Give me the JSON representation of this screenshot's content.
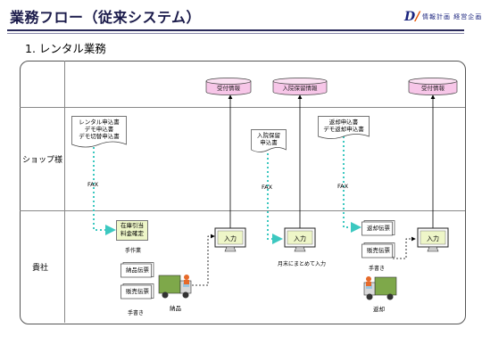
{
  "header": {
    "title": "業務フロー（従来システム）",
    "logo_text": "情報計画 経営企画"
  },
  "section_title": "1. レンタル業務",
  "lanes": {
    "shop": "ショップ様",
    "company": "貴社"
  },
  "databases": {
    "db1": "受付情報",
    "db2": "入院保留情報",
    "db3": "受付情報"
  },
  "documents": {
    "doc1": [
      "レンタル申込書",
      "デモ申込書",
      "デモ切替申込書"
    ],
    "doc2": [
      "入院保留",
      "申込書"
    ],
    "doc3": [
      "返却申込書",
      "デモ返却申込書"
    ]
  },
  "fax": {
    "fax1": "FAX",
    "fax2": "FAX",
    "fax3": "FAX"
  },
  "company_items": {
    "stock_box_line1": "在庫引当",
    "stock_box_line2": "料金確定",
    "manual_work": "手作業",
    "delivery_slip": "納品伝票",
    "sales_slip1": "販売伝票",
    "handwritten1": "手書き",
    "delivery": "納品",
    "input1": "入力",
    "input2": "入力",
    "monthly_note": "月末にまとめて入力",
    "return_slip": "返却伝票",
    "sales_slip2": "販売伝票",
    "handwritten2": "手書き",
    "input3": "入力",
    "return": "返却"
  },
  "colors": {
    "title": "#1a1a4a",
    "cylinder_fill": "#f7c6e8",
    "doc_fill": "#ffffff",
    "green_box": "#eef6c8",
    "arrow_dotted": "#3cc8c0",
    "truck_body": "#7ea84a",
    "truck_cab": "#d9d9d9",
    "worker": "#e66a2a"
  }
}
